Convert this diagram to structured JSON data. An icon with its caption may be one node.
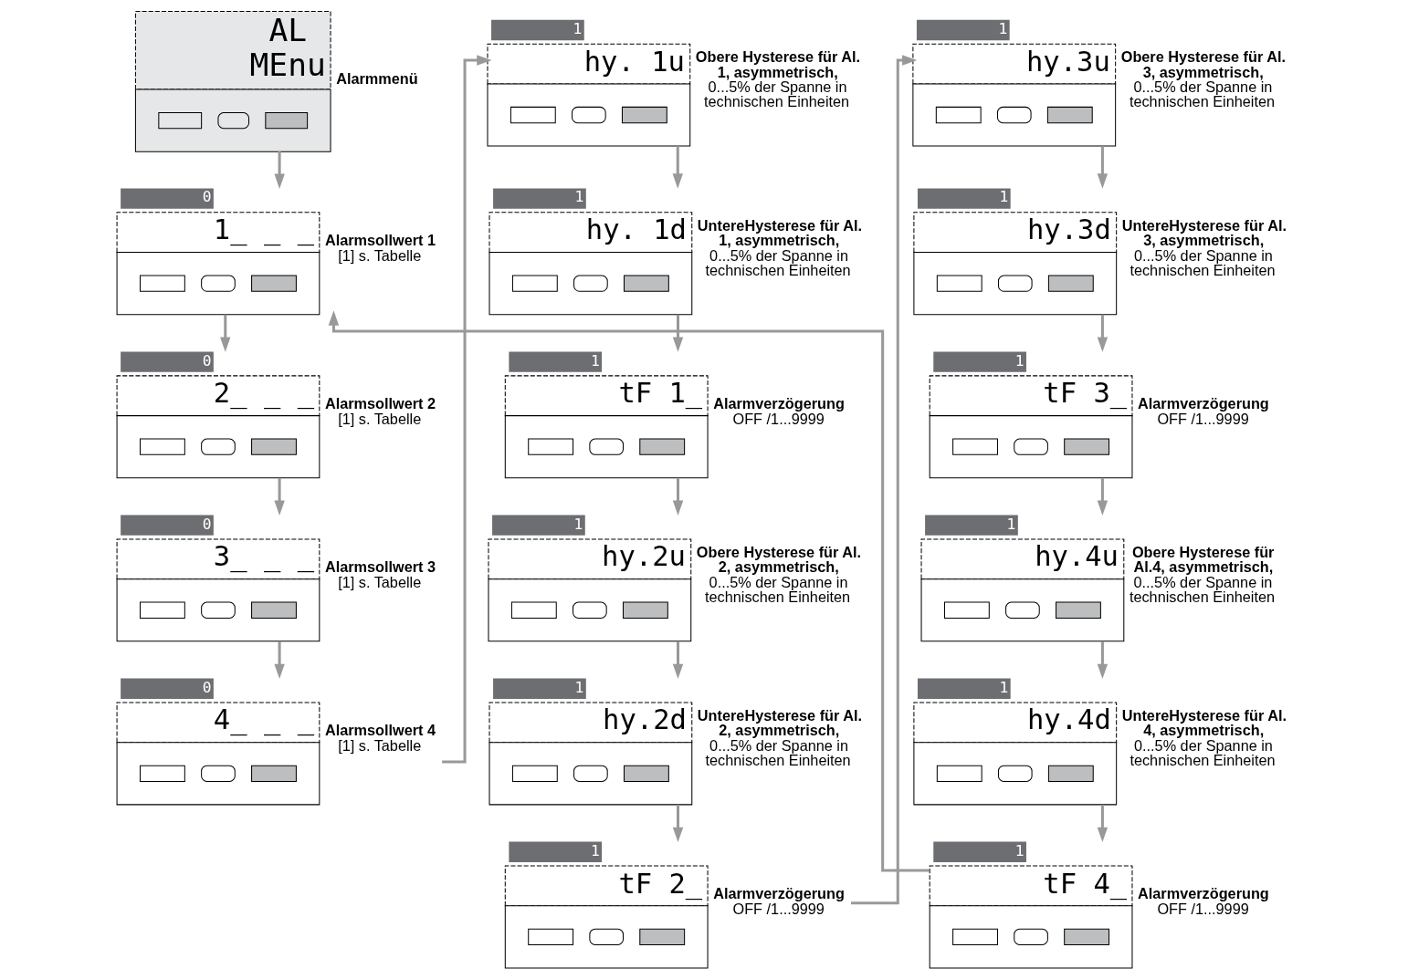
{
  "diagram": {
    "nodes": [
      {
        "text": [
          "AL",
          "MEnu"
        ],
        "beside": [
          "Alarmmenü"
        ]
      },
      {
        "text": [
          "1",
          "hy. 1u"
        ],
        "beside": [
          "Obere Hysterese für Al. 1, asymmetrisch,",
          "0...5% der Spanne in technischen Einheiten"
        ]
      },
      {
        "text": [
          "1",
          "hy.3u"
        ],
        "beside": [
          "Obere Hysterese für Al. 3, asymmetrisch,",
          "0...5% der Spanne in technischen Einheiten"
        ]
      },
      {
        "text": [
          "0",
          "1_ _ _"
        ],
        "beside": [
          "Alarmsollwert 1",
          "[1] s. Tabelle"
        ]
      },
      {
        "text": [
          "1",
          "hy. 1d"
        ],
        "beside": [
          "UntereHysterese für Al. 1, asymmetrisch,",
          "0...5% der Spanne in technischen Einheiten"
        ]
      },
      {
        "text": [
          "1",
          "hy.3d"
        ],
        "beside": [
          "UntereHysterese für Al. 3, asymmetrisch,",
          "0...5% der Spanne in technischen Einheiten"
        ]
      },
      {
        "text": [
          "0",
          "2_ _ _"
        ],
        "beside": [
          "Alarmsollwert 2",
          "[1] s. Tabelle"
        ]
      },
      {
        "text": [
          "1",
          "tF 1_"
        ],
        "beside": [
          "Alarmverzögerung",
          "OFF /1...9999"
        ]
      },
      {
        "text": [
          "1",
          "tF 3_"
        ],
        "beside": [
          "Alarmverzögerung",
          "OFF /1...9999"
        ]
      },
      {
        "text": [
          "0",
          "3_ _ _"
        ],
        "beside": [
          "Alarmsollwert 3",
          "[1] s. Tabelle"
        ]
      },
      {
        "text": [
          "1",
          "hy.2u"
        ],
        "beside": [
          "Obere Hysterese für Al. 2, asymmetrisch,",
          "0...5% der Spanne in technischen Einheiten"
        ]
      },
      {
        "text": [
          "1",
          "hy.4u"
        ],
        "beside": [
          "Obere Hysterese für Al.4, asymmetrisch,",
          "0...5% der Spanne in technischen Einheiten"
        ]
      },
      {
        "text": [
          "0",
          "4_ _ _"
        ],
        "beside": [
          "Alarmsollwert 4",
          "[1] s. Tabelle"
        ]
      },
      {
        "text": [
          "1",
          "hy.2d"
        ],
        "beside": [
          "UntereHysterese für Al. 2, asymmetrisch,",
          "0...5% der Spanne in technischen Einheiten"
        ]
      },
      {
        "text": [
          "1",
          "hy.4d"
        ],
        "beside": [
          "UntereHysterese für Al. 4, asymmetrisch,",
          "0...5% der Spanne in technischen Einheiten"
        ]
      },
      {
        "text": [
          "1",
          "tF 2_"
        ],
        "beside": [
          "Alarmverzögerung",
          "OFF /1...9999"
        ]
      },
      {
        "text": [
          "1",
          "tF 4_"
        ],
        "beside": [
          "Alarmverzögerung",
          "OFF /1...9999"
        ]
      }
    ],
    "edges": [
      {
        "from": 0,
        "to": 3,
        "arrow": "to"
      },
      {
        "from": 3,
        "to": 6,
        "arrow": "to"
      },
      {
        "from": 6,
        "to": 9,
        "arrow": "to"
      },
      {
        "from": 9,
        "to": 12,
        "arrow": "to"
      },
      {
        "from": 12,
        "to": 1,
        "arrow": "to"
      },
      {
        "from": 1,
        "to": 4,
        "arrow": "to"
      },
      {
        "from": 4,
        "to": 7,
        "arrow": "to"
      },
      {
        "from": 7,
        "to": 10,
        "arrow": "to"
      },
      {
        "from": 10,
        "to": 13,
        "arrow": "to"
      },
      {
        "from": 13,
        "to": 15,
        "arrow": "to"
      },
      {
        "from": 15,
        "to": 2,
        "arrow": "to"
      },
      {
        "from": 2,
        "to": 5,
        "arrow": "to"
      },
      {
        "from": 5,
        "to": 8,
        "arrow": "to"
      },
      {
        "from": 8,
        "to": 11,
        "arrow": "to"
      },
      {
        "from": 11,
        "to": 14,
        "arrow": "to"
      },
      {
        "from": 14,
        "to": 16,
        "arrow": "to"
      },
      {
        "from": 16,
        "to": 3,
        "arrow": "to"
      }
    ]
  }
}
